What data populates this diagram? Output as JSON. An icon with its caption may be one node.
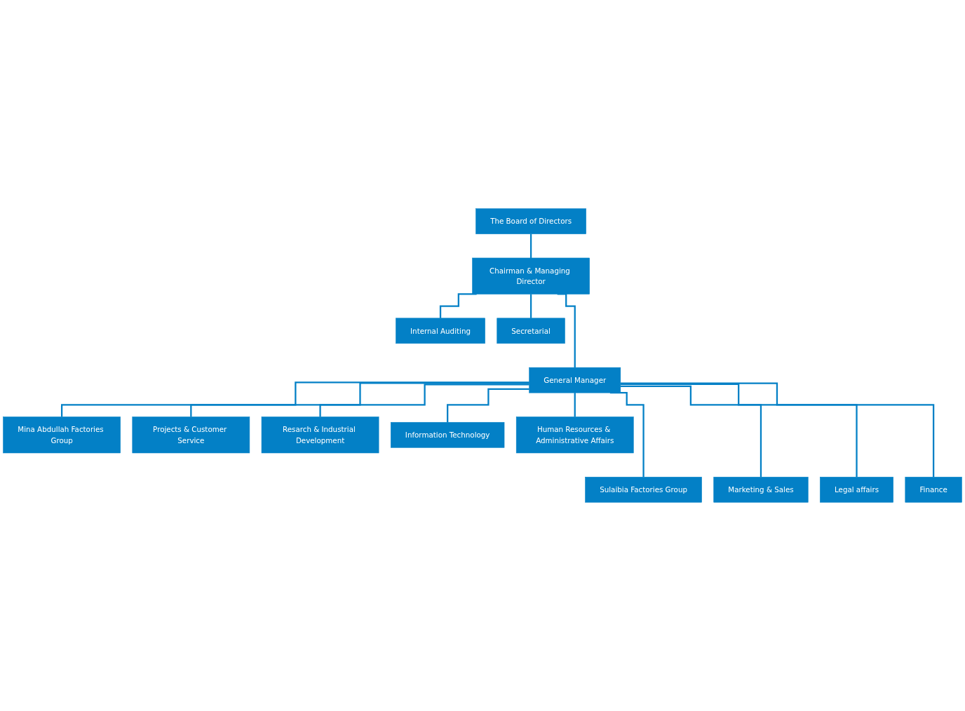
{
  "diagram": {
    "nodes": [
      {
        "text": [
          "The Board of Directors"
        ]
      },
      {
        "text": [
          "Chairman & Managing Director"
        ]
      },
      {
        "text": [
          "Internal Auditing"
        ]
      },
      {
        "text": [
          "Secretarial"
        ]
      },
      {
        "text": [
          "General Manager"
        ]
      },
      {
        "text": [
          "Mina Abdullah Factories Group"
        ]
      },
      {
        "text": [
          "Projects & Customer Service"
        ]
      },
      {
        "text": [
          "Resarch & Industrial Development"
        ]
      },
      {
        "text": [
          "Information Technology"
        ]
      },
      {
        "text": [
          "Human Resources & Administrative Affairs"
        ]
      },
      {
        "text": [
          "Sulaibia Factories Group"
        ]
      },
      {
        "text": [
          "Marketing & Sales"
        ]
      },
      {
        "text": [
          "Legal affairs"
        ]
      },
      {
        "text": [
          "Finance"
        ]
      }
    ],
    "edges": [
      {
        "from": 0,
        "to": 1,
        "arrow": "none"
      },
      {
        "from": 1,
        "to": 2,
        "arrow": "none"
      },
      {
        "from": 1,
        "to": 3,
        "arrow": "none"
      },
      {
        "from": 1,
        "to": 4,
        "arrow": "none"
      },
      {
        "from": 4,
        "to": 5,
        "arrow": "none"
      },
      {
        "from": 4,
        "to": 6,
        "arrow": "none"
      },
      {
        "from": 4,
        "to": 7,
        "arrow": "none"
      },
      {
        "from": 4,
        "to": 8,
        "arrow": "none"
      },
      {
        "from": 4,
        "to": 9,
        "arrow": "none"
      },
      {
        "from": 4,
        "to": 10,
        "arrow": "none"
      },
      {
        "from": 4,
        "to": 11,
        "arrow": "none"
      },
      {
        "from": 4,
        "to": 12,
        "arrow": "none"
      },
      {
        "from": 4,
        "to": 13,
        "arrow": "none"
      }
    ]
  }
}
